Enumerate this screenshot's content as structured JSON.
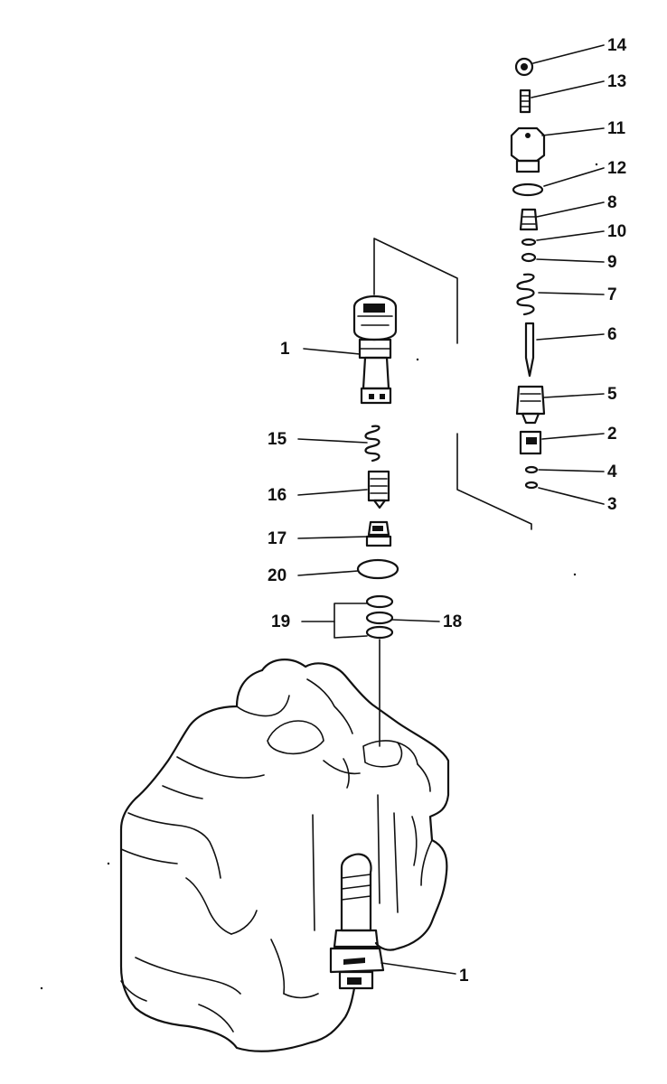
{
  "callouts": [
    {
      "id": "c14",
      "label": "14"
    },
    {
      "id": "c13",
      "label": "13"
    },
    {
      "id": "c11",
      "label": "11"
    },
    {
      "id": "c12",
      "label": "12"
    },
    {
      "id": "c8",
      "label": "8"
    },
    {
      "id": "c10",
      "label": "10"
    },
    {
      "id": "c9",
      "label": "9"
    },
    {
      "id": "c7",
      "label": "7"
    },
    {
      "id": "c6",
      "label": "6"
    },
    {
      "id": "c5",
      "label": "5"
    },
    {
      "id": "c2",
      "label": "2"
    },
    {
      "id": "c4",
      "label": "4"
    },
    {
      "id": "c3",
      "label": "3"
    },
    {
      "id": "c1a",
      "label": "1"
    },
    {
      "id": "c15",
      "label": "15"
    },
    {
      "id": "c16",
      "label": "16"
    },
    {
      "id": "c17",
      "label": "17"
    },
    {
      "id": "c20",
      "label": "20"
    },
    {
      "id": "c19",
      "label": "19"
    },
    {
      "id": "c18",
      "label": "18"
    },
    {
      "id": "c1b",
      "label": "1"
    }
  ]
}
